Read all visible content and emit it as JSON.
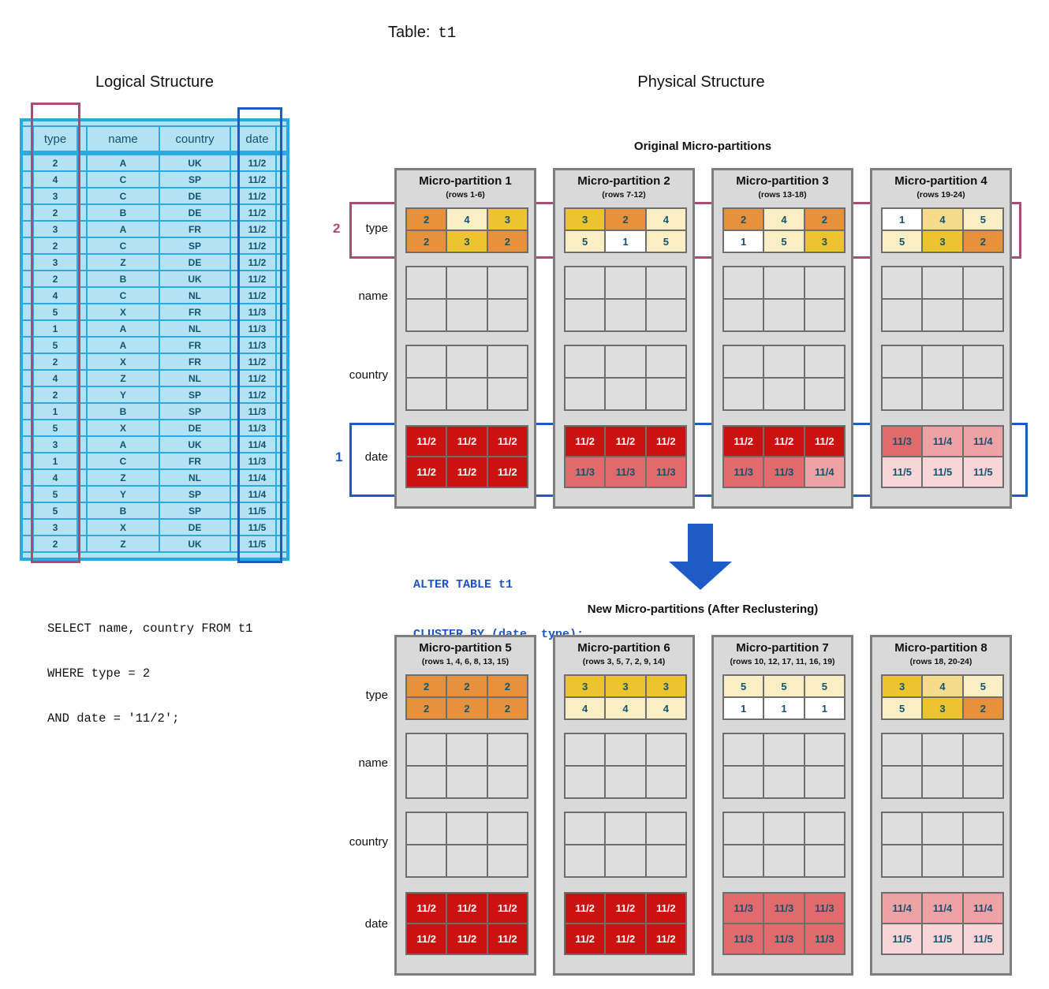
{
  "title": {
    "label": "Table:",
    "table_name": "t1"
  },
  "headings": {
    "logical": "Logical Structure",
    "physical": "Physical Structure",
    "original": "Original Micro-partitions",
    "new": "New Micro-partitions (After Reclustering)"
  },
  "palette": {
    "orange": "#E8913C",
    "gold": "#EDC32E",
    "lightgold": "#F6DB8D",
    "cream": "#FAEFC4",
    "white": "#FFFFFF",
    "red": "#CC1111",
    "salmon": "#E06A6C",
    "pink": "#EFA2A4",
    "lightpink": "#F8D6D7",
    "callout_purple": "#A84D75",
    "callout_blue": "#1E5BC6",
    "code_blue": "#1A54C8",
    "table_border": "#29ABE2",
    "table_cell": "#B3E2F5",
    "navy_text": "#14536E"
  },
  "logical_table": {
    "columns": [
      "type",
      "name",
      "country",
      "date"
    ],
    "rows": [
      [
        "2",
        "A",
        "UK",
        "11/2"
      ],
      [
        "4",
        "C",
        "SP",
        "11/2"
      ],
      [
        "3",
        "C",
        "DE",
        "11/2"
      ],
      [
        "2",
        "B",
        "DE",
        "11/2"
      ],
      [
        "3",
        "A",
        "FR",
        "11/2"
      ],
      [
        "2",
        "C",
        "SP",
        "11/2"
      ],
      [
        "3",
        "Z",
        "DE",
        "11/2"
      ],
      [
        "2",
        "B",
        "UK",
        "11/2"
      ],
      [
        "4",
        "C",
        "NL",
        "11/2"
      ],
      [
        "5",
        "X",
        "FR",
        "11/3"
      ],
      [
        "1",
        "A",
        "NL",
        "11/3"
      ],
      [
        "5",
        "A",
        "FR",
        "11/3"
      ],
      [
        "2",
        "X",
        "FR",
        "11/2"
      ],
      [
        "4",
        "Z",
        "NL",
        "11/2"
      ],
      [
        "2",
        "Y",
        "SP",
        "11/2"
      ],
      [
        "1",
        "B",
        "SP",
        "11/3"
      ],
      [
        "5",
        "X",
        "DE",
        "11/3"
      ],
      [
        "3",
        "A",
        "UK",
        "11/4"
      ],
      [
        "1",
        "C",
        "FR",
        "11/3"
      ],
      [
        "4",
        "Z",
        "NL",
        "11/4"
      ],
      [
        "5",
        "Y",
        "SP",
        "11/4"
      ],
      [
        "5",
        "B",
        "SP",
        "11/5"
      ],
      [
        "3",
        "X",
        "DE",
        "11/5"
      ],
      [
        "2",
        "Z",
        "UK",
        "11/5"
      ]
    ]
  },
  "row_labels": [
    "type",
    "name",
    "country",
    "date"
  ],
  "callouts": {
    "type_label": "2",
    "date_label": "1"
  },
  "sql": {
    "alter_lines": [
      "ALTER TABLE t1",
      "CLUSTER BY (date, type);"
    ],
    "select_lines": [
      "SELECT name, country FROM t1",
      "WHERE type = 2",
      "AND date = '11/2';"
    ]
  },
  "partitions": {
    "original": [
      {
        "title": "Micro-partition 1",
        "rows": "(rows 1-6)",
        "type": [
          [
            "2",
            "orange"
          ],
          [
            "4",
            "cream"
          ],
          [
            "3",
            "gold"
          ],
          [
            "2",
            "orange"
          ],
          [
            "3",
            "gold"
          ],
          [
            "2",
            "orange"
          ]
        ],
        "date": [
          [
            "11/2",
            "red"
          ],
          [
            "11/2",
            "red"
          ],
          [
            "11/2",
            "red"
          ],
          [
            "11/2",
            "red"
          ],
          [
            "11/2",
            "red"
          ],
          [
            "11/2",
            "red"
          ]
        ]
      },
      {
        "title": "Micro-partition 2",
        "rows": "(rows 7-12)",
        "type": [
          [
            "3",
            "gold"
          ],
          [
            "2",
            "orange"
          ],
          [
            "4",
            "cream"
          ],
          [
            "5",
            "cream"
          ],
          [
            "1",
            "white"
          ],
          [
            "5",
            "cream"
          ]
        ],
        "date": [
          [
            "11/2",
            "red"
          ],
          [
            "11/2",
            "red"
          ],
          [
            "11/2",
            "red"
          ],
          [
            "11/3",
            "salmon"
          ],
          [
            "11/3",
            "salmon"
          ],
          [
            "11/3",
            "salmon"
          ]
        ]
      },
      {
        "title": "Micro-partition 3",
        "rows": "(rows 13-18)",
        "type": [
          [
            "2",
            "orange"
          ],
          [
            "4",
            "cream"
          ],
          [
            "2",
            "orange"
          ],
          [
            "1",
            "white"
          ],
          [
            "5",
            "cream"
          ],
          [
            "3",
            "gold"
          ]
        ],
        "date": [
          [
            "11/2",
            "red"
          ],
          [
            "11/2",
            "red"
          ],
          [
            "11/2",
            "red"
          ],
          [
            "11/3",
            "salmon"
          ],
          [
            "11/3",
            "salmon"
          ],
          [
            "11/4",
            "pink"
          ]
        ]
      },
      {
        "title": "Micro-partition 4",
        "rows": "(rows 19-24)",
        "type": [
          [
            "1",
            "white"
          ],
          [
            "4",
            "lightgold"
          ],
          [
            "5",
            "cream"
          ],
          [
            "5",
            "cream"
          ],
          [
            "3",
            "gold"
          ],
          [
            "2",
            "orange"
          ]
        ],
        "date": [
          [
            "11/3",
            "salmon"
          ],
          [
            "11/4",
            "pink"
          ],
          [
            "11/4",
            "pink"
          ],
          [
            "11/5",
            "lightpink"
          ],
          [
            "11/5",
            "lightpink"
          ],
          [
            "11/5",
            "lightpink"
          ]
        ]
      }
    ],
    "new": [
      {
        "title": "Micro-partition 5",
        "rows": "(rows 1, 4, 6, 8, 13, 15)",
        "type": [
          [
            "2",
            "orange"
          ],
          [
            "2",
            "orange"
          ],
          [
            "2",
            "orange"
          ],
          [
            "2",
            "orange"
          ],
          [
            "2",
            "orange"
          ],
          [
            "2",
            "orange"
          ]
        ],
        "date": [
          [
            "11/2",
            "red"
          ],
          [
            "11/2",
            "red"
          ],
          [
            "11/2",
            "red"
          ],
          [
            "11/2",
            "red"
          ],
          [
            "11/2",
            "red"
          ],
          [
            "11/2",
            "red"
          ]
        ]
      },
      {
        "title": "Micro-partition 6",
        "rows": "(rows 3, 5, 7, 2, 9, 14)",
        "type": [
          [
            "3",
            "gold"
          ],
          [
            "3",
            "gold"
          ],
          [
            "3",
            "gold"
          ],
          [
            "4",
            "cream"
          ],
          [
            "4",
            "cream"
          ],
          [
            "4",
            "cream"
          ]
        ],
        "date": [
          [
            "11/2",
            "red"
          ],
          [
            "11/2",
            "red"
          ],
          [
            "11/2",
            "red"
          ],
          [
            "11/2",
            "red"
          ],
          [
            "11/2",
            "red"
          ],
          [
            "11/2",
            "red"
          ]
        ]
      },
      {
        "title": "Micro-partition 7",
        "rows": "(rows 10, 12, 17, 11, 16, 19)",
        "type": [
          [
            "5",
            "cream"
          ],
          [
            "5",
            "cream"
          ],
          [
            "5",
            "cream"
          ],
          [
            "1",
            "white"
          ],
          [
            "1",
            "white"
          ],
          [
            "1",
            "white"
          ]
        ],
        "date": [
          [
            "11/3",
            "salmon"
          ],
          [
            "11/3",
            "salmon"
          ],
          [
            "11/3",
            "salmon"
          ],
          [
            "11/3",
            "salmon"
          ],
          [
            "11/3",
            "salmon"
          ],
          [
            "11/3",
            "salmon"
          ]
        ]
      },
      {
        "title": "Micro-partition 8",
        "rows": "(rows 18, 20-24)",
        "type": [
          [
            "3",
            "gold"
          ],
          [
            "4",
            "lightgold"
          ],
          [
            "5",
            "cream"
          ],
          [
            "5",
            "cream"
          ],
          [
            "3",
            "gold"
          ],
          [
            "2",
            "orange"
          ]
        ],
        "date": [
          [
            "11/4",
            "pink"
          ],
          [
            "11/4",
            "pink"
          ],
          [
            "11/4",
            "pink"
          ],
          [
            "11/5",
            "lightpink"
          ],
          [
            "11/5",
            "lightpink"
          ],
          [
            "11/5",
            "lightpink"
          ]
        ]
      }
    ]
  }
}
